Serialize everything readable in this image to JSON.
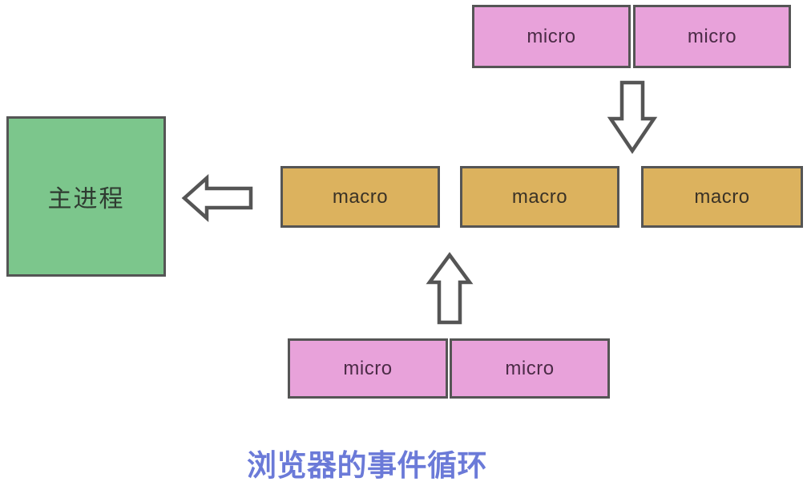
{
  "diagram": {
    "title": "浏览器的事件循环",
    "main_process": {
      "label": "主进程"
    },
    "macro_tasks": [
      {
        "label": "macro"
      },
      {
        "label": "macro"
      },
      {
        "label": "macro"
      }
    ],
    "micro_tasks_top": [
      {
        "label": "micro"
      },
      {
        "label": "micro"
      }
    ],
    "micro_tasks_bottom": [
      {
        "label": "micro"
      },
      {
        "label": "micro"
      }
    ],
    "icons": {
      "down_arrow": "hollow-block-arrow-down",
      "left_arrow": "hollow-block-arrow-left",
      "up_arrow": "hollow-block-arrow-up"
    },
    "colors": {
      "background": "#ffffff",
      "border": "#555555",
      "micro_fill": "#e8a2da",
      "micro_text": "#4b2b46",
      "macro_fill": "#dcb25e",
      "macro_text": "#3a3226",
      "main_fill": "#7cc68c",
      "main_text": "#2f3b31",
      "arrow_fill": "#ffffff",
      "title": "#6b7ad8"
    }
  }
}
